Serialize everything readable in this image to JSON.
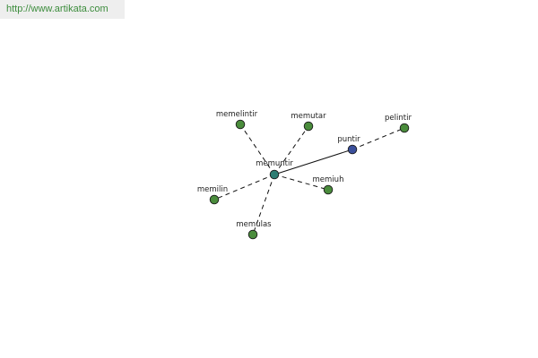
{
  "banner": {
    "url_text": "http://www.artikata.com"
  },
  "graph": {
    "nodes": [
      {
        "id": "memuntir",
        "label": "memuntir",
        "color": "#2e7d73",
        "kind": "center"
      },
      {
        "id": "puntir",
        "label": "puntir",
        "color": "#3a4f9b",
        "kind": "root"
      },
      {
        "id": "pelintir",
        "label": "pelintir",
        "color": "#4a8c3c",
        "kind": "related"
      },
      {
        "id": "memelintir",
        "label": "memelintir",
        "color": "#4a8c3c",
        "kind": "related"
      },
      {
        "id": "memutar",
        "label": "memutar",
        "color": "#4a8c3c",
        "kind": "related"
      },
      {
        "id": "memilin",
        "label": "memilin",
        "color": "#4a8c3c",
        "kind": "related"
      },
      {
        "id": "memiuh",
        "label": "memiuh",
        "color": "#4a8c3c",
        "kind": "related"
      },
      {
        "id": "memulas",
        "label": "memulas",
        "color": "#4a8c3c",
        "kind": "related"
      }
    ],
    "edges": [
      {
        "from": "memuntir",
        "to": "puntir",
        "style": "solid"
      },
      {
        "from": "puntir",
        "to": "pelintir",
        "style": "dashed"
      },
      {
        "from": "memuntir",
        "to": "memelintir",
        "style": "dashed"
      },
      {
        "from": "memuntir",
        "to": "memutar",
        "style": "dashed"
      },
      {
        "from": "memuntir",
        "to": "memilin",
        "style": "dashed"
      },
      {
        "from": "memuntir",
        "to": "memiuh",
        "style": "dashed"
      },
      {
        "from": "memuntir",
        "to": "memulas",
        "style": "dashed"
      }
    ]
  }
}
